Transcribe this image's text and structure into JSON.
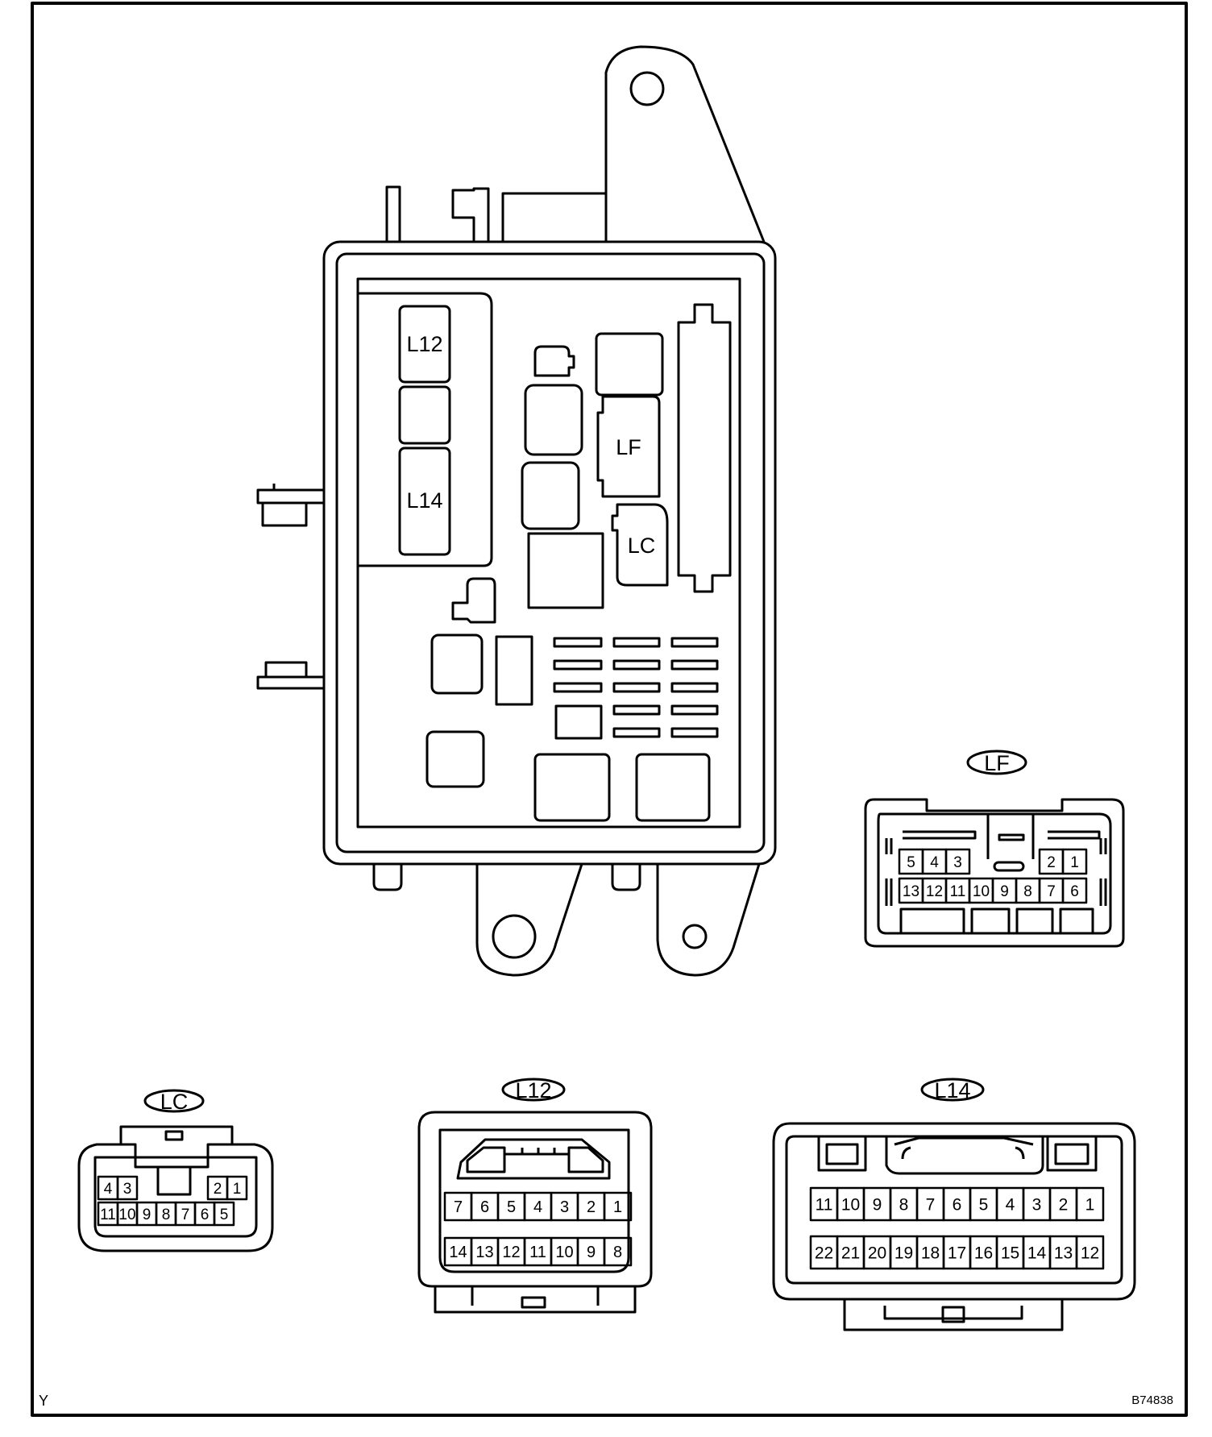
{
  "figure": {
    "code": "B74838",
    "corner_mark": "Y"
  },
  "junction_block": {
    "slots": {
      "l12": "L12",
      "l14": "L14",
      "lf": "LF",
      "lc": "LC"
    }
  },
  "connectors": {
    "lf": {
      "tag": "LF",
      "top_left": [
        "5",
        "4",
        "3"
      ],
      "top_right": [
        "2",
        "1"
      ],
      "bottom": [
        "13",
        "12",
        "11",
        "10",
        "9",
        "8",
        "7",
        "6"
      ]
    },
    "lc": {
      "tag": "LC",
      "top_left": [
        "4",
        "3"
      ],
      "top_right": [
        "2",
        "1"
      ],
      "bottom": [
        "11",
        "10",
        "9",
        "8",
        "7",
        "6",
        "5"
      ]
    },
    "l12": {
      "tag": "L12",
      "top": [
        "7",
        "6",
        "5",
        "4",
        "3",
        "2",
        "1"
      ],
      "bottom": [
        "14",
        "13",
        "12",
        "11",
        "10",
        "9",
        "8"
      ]
    },
    "l14": {
      "tag": "L14",
      "top": [
        "11",
        "10",
        "9",
        "8",
        "7",
        "6",
        "5",
        "4",
        "3",
        "2",
        "1"
      ],
      "bottom": [
        "22",
        "21",
        "20",
        "19",
        "18",
        "17",
        "16",
        "15",
        "14",
        "13",
        "12"
      ]
    }
  }
}
